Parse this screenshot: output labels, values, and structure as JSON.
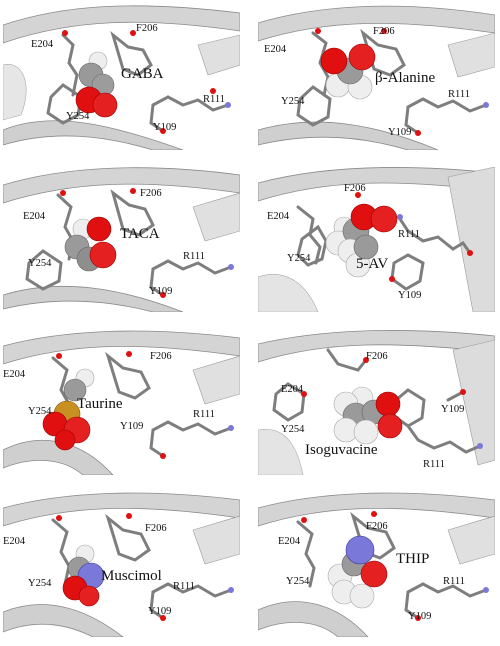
{
  "panels": [
    {
      "ligand": "GABA",
      "residues": {
        "e204": "E204",
        "f206": "F206",
        "y254": "Y254",
        "r111": "R111",
        "y109": "Y109"
      }
    },
    {
      "ligand": "β-Alanine",
      "residues": {
        "e204": "E204",
        "f206": "F206",
        "y254": "Y254",
        "r111": "R111",
        "y109": "Y109"
      }
    },
    {
      "ligand": "TACA",
      "residues": {
        "e204": "E204",
        "f206": "F206",
        "y254": "Y254",
        "r111": "R111",
        "y109": "Y109"
      }
    },
    {
      "ligand": "5-AV",
      "residues": {
        "e204": "E204",
        "f206": "F206",
        "y254": "Y254",
        "r111": "R111",
        "y109": "Y109"
      }
    },
    {
      "ligand": "Taurine",
      "residues": {
        "e204": "E204",
        "f206": "F206",
        "y254": "Y254",
        "r111": "R111",
        "y109": "Y109"
      }
    },
    {
      "ligand": "Isoguvacine",
      "residues": {
        "e204": "E204",
        "f206": "F206",
        "y254": "Y254",
        "r111": "R111",
        "y109": "Y109"
      }
    },
    {
      "ligand": "Muscimol",
      "residues": {
        "e204": "E204",
        "f206": "F206",
        "y254": "Y254",
        "r111": "R111",
        "y109": "Y109"
      }
    },
    {
      "ligand": "THIP",
      "residues": {
        "e204": "E204",
        "f206": "F206",
        "y254": "Y254",
        "r111": "R111",
        "y109": "Y109"
      }
    }
  ],
  "colors": {
    "ribbon": "#c9c9c9",
    "ribbon_edge": "#8a8a8a",
    "carbon": "#8e8e8e",
    "oxygen": "#e01010",
    "nitrogen": "#7a78d8",
    "sulfur": "#c89020",
    "hydrogen": "#eeeeee"
  }
}
